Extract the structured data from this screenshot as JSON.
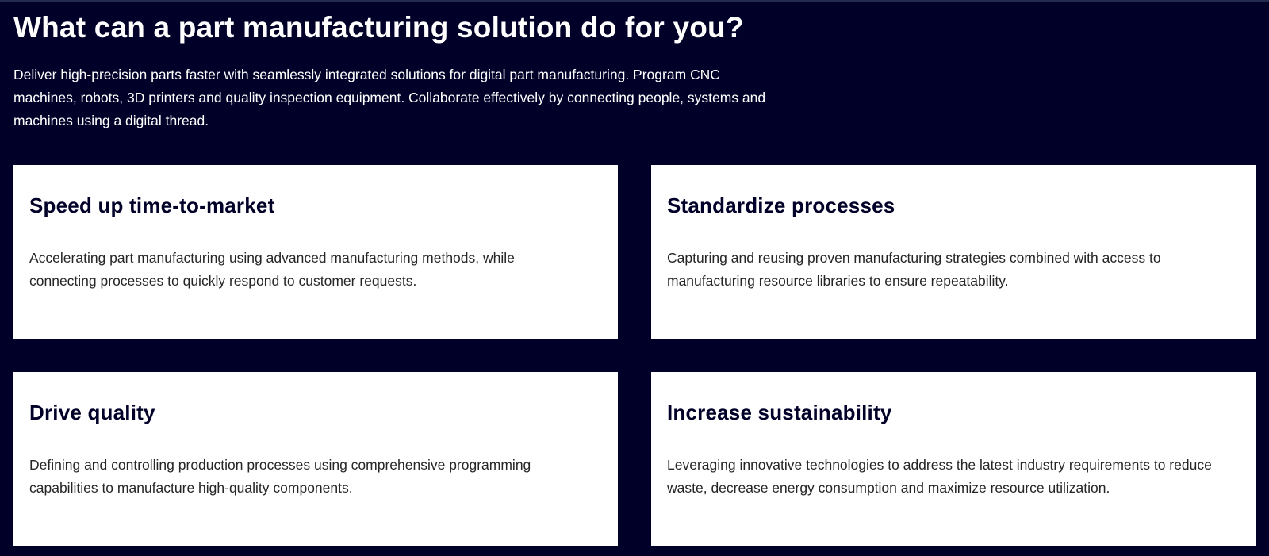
{
  "hero": {
    "title": "What can a part manufacturing solution do for you?",
    "intro": "Deliver high-precision parts faster with seamlessly integrated solutions for digital part manufacturing. Program CNC machines, robots, 3D printers and quality inspection equipment. Collaborate effectively by connecting people, systems and machines using a digital thread."
  },
  "cards": [
    {
      "title": "Speed up time-to-market",
      "body": "Accelerating part manufacturing using advanced manufacturing methods, while connecting processes to quickly respond to customer requests."
    },
    {
      "title": "Standardize processes",
      "body": "Capturing and reusing proven manufacturing strategies combined with access to manufacturing resource libraries to ensure repeatability."
    },
    {
      "title": "Drive quality",
      "body": "Defining and controlling production processes using comprehensive programming capabilities to manufacture high-quality components."
    },
    {
      "title": "Increase sustainability",
      "body": "Leveraging innovative technologies to address the latest industry requirements to reduce waste, decrease energy consumption and maximize resource utilization."
    }
  ],
  "colors": {
    "background": "#000028",
    "top_border": "#242a4e",
    "card_background": "#ffffff",
    "hero_text": "#ffffff",
    "card_title": "#000028",
    "card_body_text": "#262626"
  }
}
